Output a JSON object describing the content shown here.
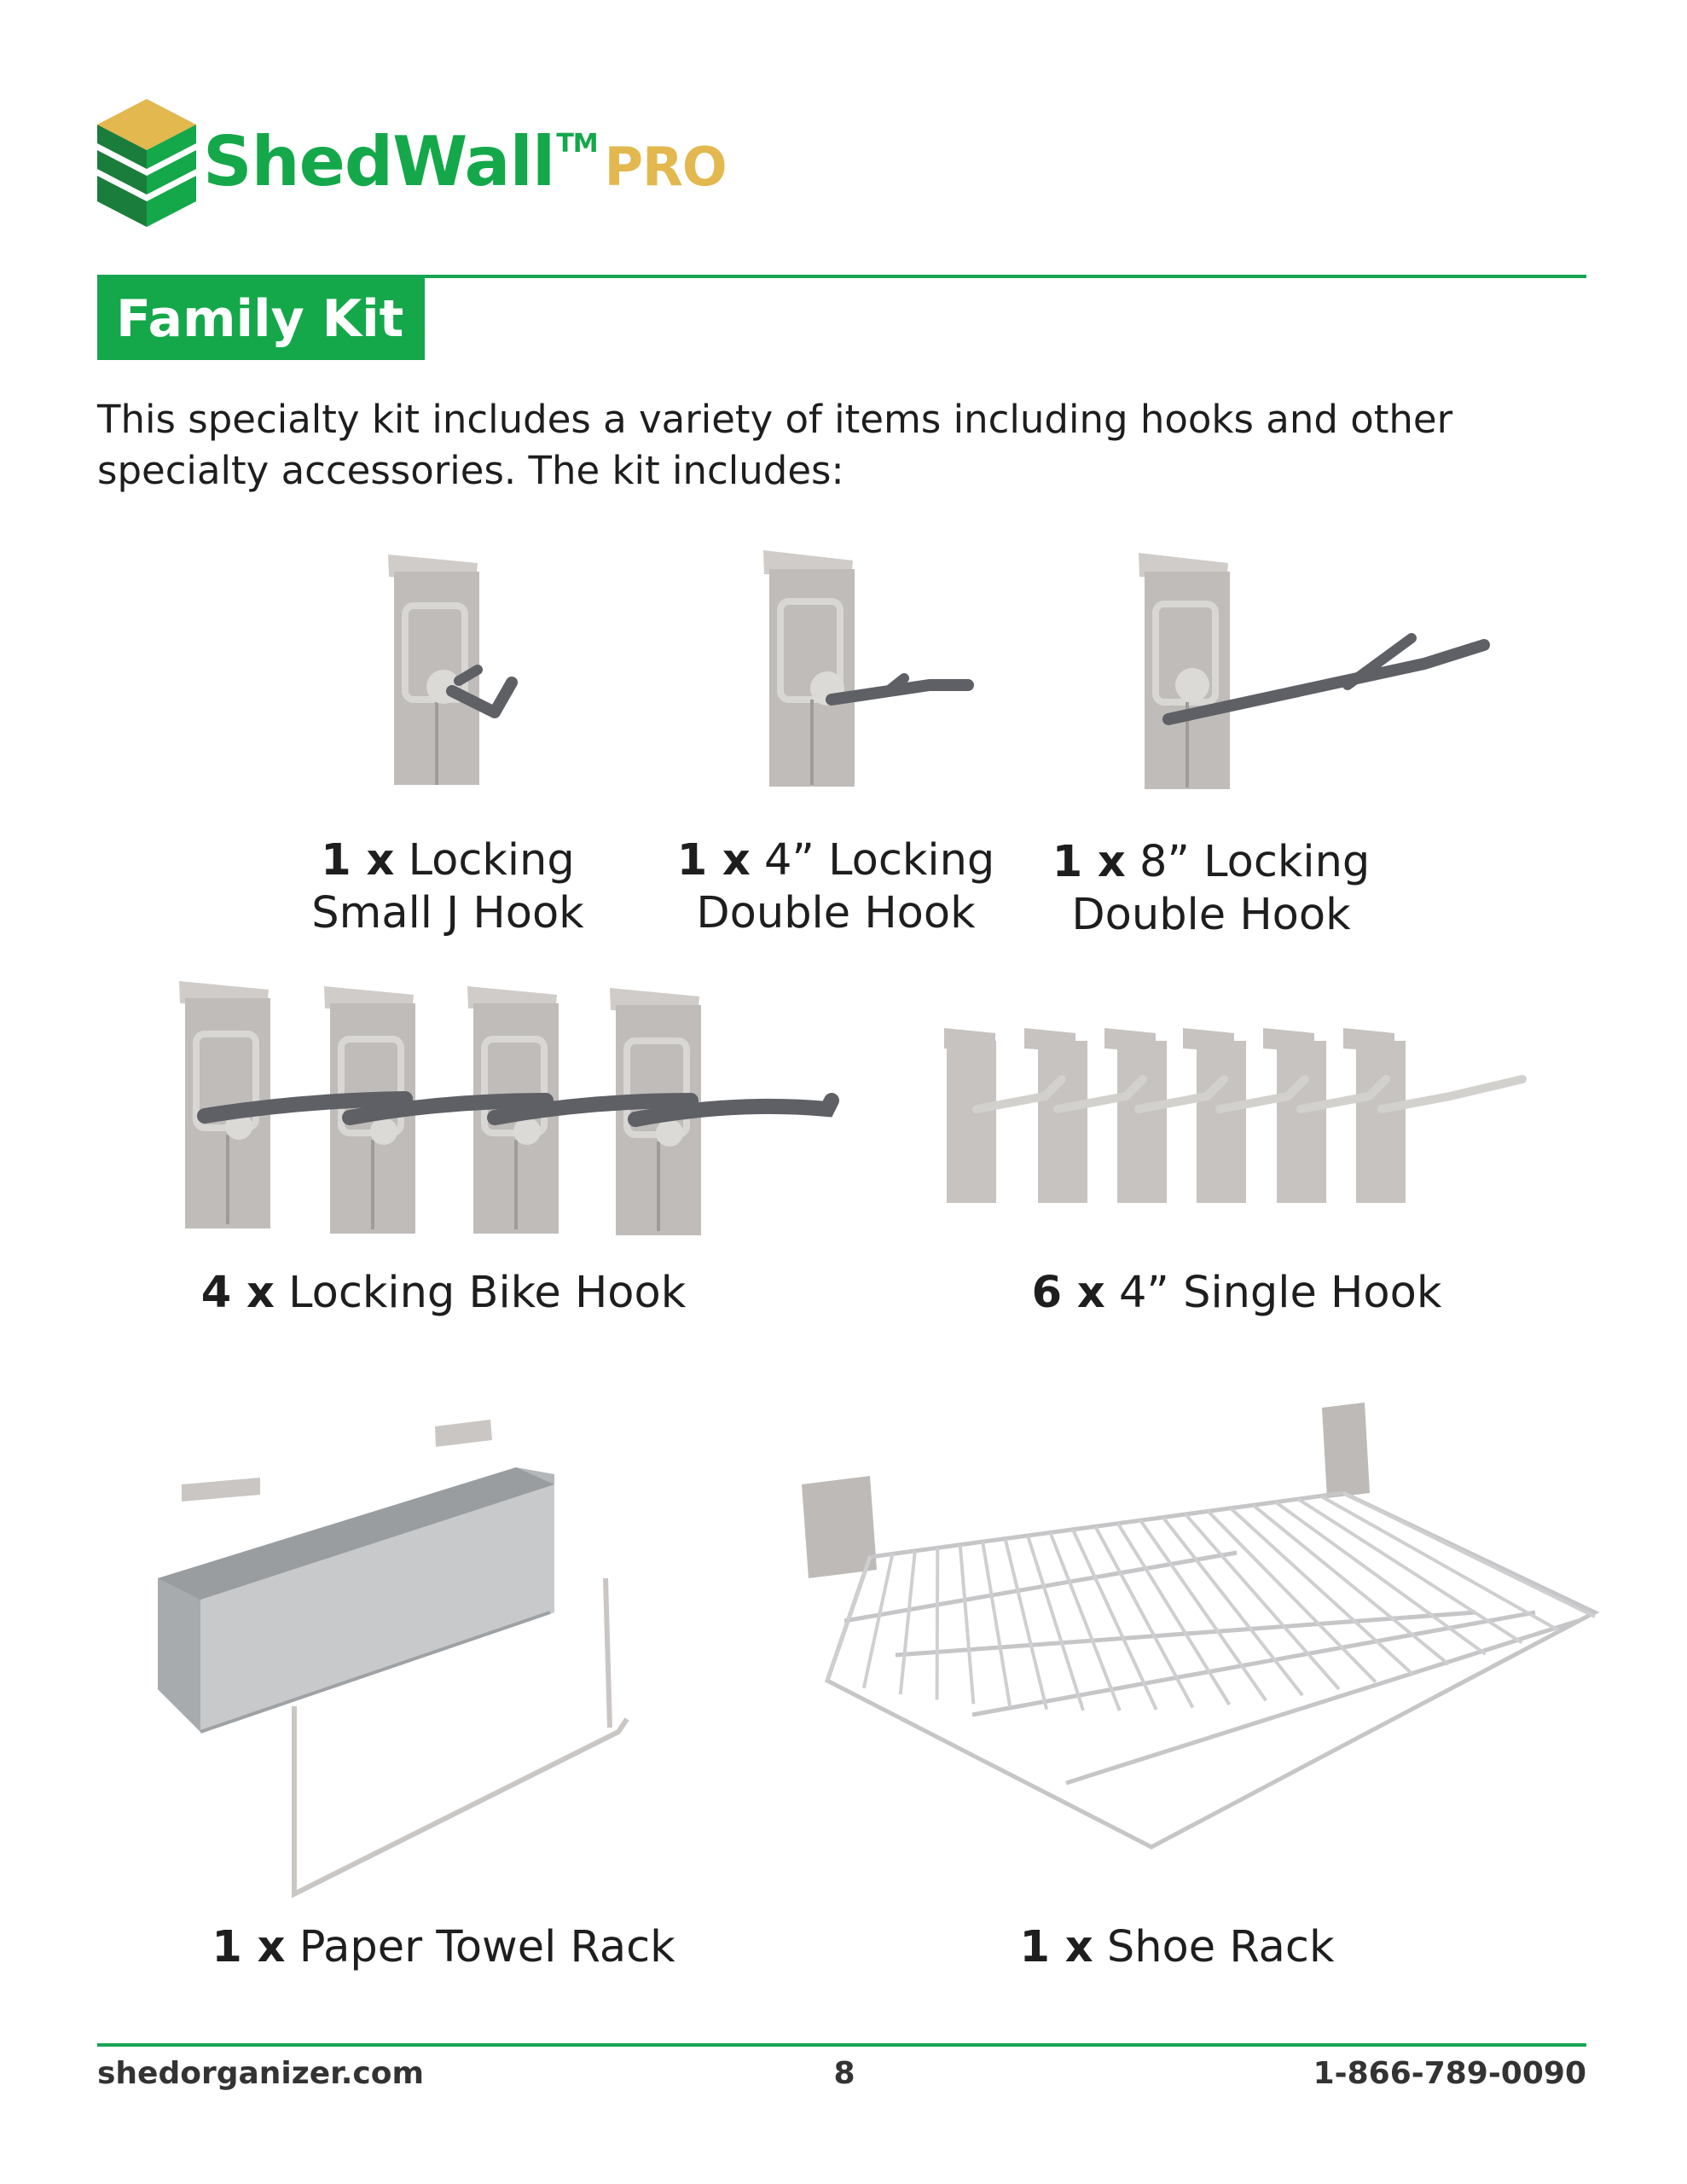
{
  "brand": {
    "name": "ShedWall",
    "tm": "TM",
    "pro": "PRO"
  },
  "colors": {
    "brand_green": "#14a84a",
    "brand_gold": "#e2b84f",
    "text": "#1e1e1e",
    "product_gray": "#bfbcb9",
    "hook_gray": "#5e6066"
  },
  "section": {
    "title": "Family Kit",
    "intro": "This specialty kit includes a variety of items including hooks and other specialty accessories. The kit includes:"
  },
  "items": [
    {
      "qty": "1 x",
      "name_line1": "Locking",
      "name_line2": "Small J Hook"
    },
    {
      "qty": "1 x",
      "name_line1": "4” Locking",
      "name_line2": "Double Hook"
    },
    {
      "qty": "1 x",
      "name_line1": "8” Locking",
      "name_line2": "Double Hook"
    },
    {
      "qty": "4 x",
      "name": "Locking Bike Hook"
    },
    {
      "qty": "6 x",
      "name": "4” Single Hook"
    },
    {
      "qty": "1 x",
      "name": "Paper Towel Rack"
    },
    {
      "qty": "1 x",
      "name": "Shoe Rack"
    }
  ],
  "footer": {
    "website": "shedorganizer.com",
    "page": "8",
    "phone": "1-866-789-0090"
  }
}
